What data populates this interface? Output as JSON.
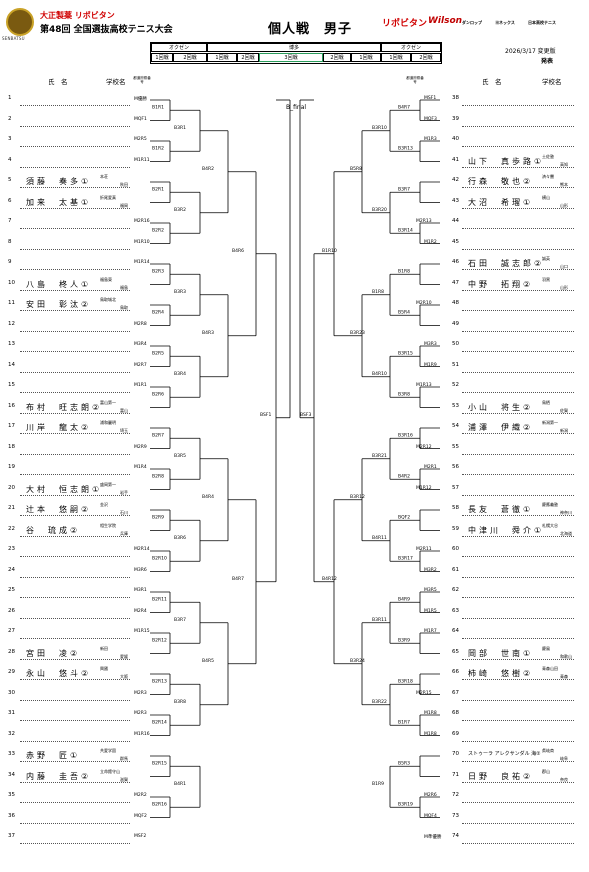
{
  "header": {
    "sponsor": "大正製薬 リポビタン",
    "tournament": "第48回 全国選抜高校テニス大会",
    "title": "個人戦　男子",
    "logo_text": "SENBATSU",
    "sponsors": [
      "リポビタン",
      "Wilson",
      "ダンロップ",
      "ヨネックス",
      "日本高校テニス"
    ],
    "date": "2026/3/17 変更版",
    "release": "発表"
  },
  "schedule": {
    "left_group": "オクゼン",
    "center_group": "博多",
    "right_group": "オクゼン",
    "cells": [
      "1回戦",
      "2回戦",
      "1回戦",
      "2回戦",
      "3回戦",
      "2回戦",
      "1回戦",
      "1回戦",
      "2回戦"
    ]
  },
  "columns": {
    "name": "氏　名",
    "school": "学校名",
    "seed": "都道府県番号"
  },
  "final_label": "B_final",
  "left_players": [
    {
      "n": "1",
      "name": "",
      "school": "",
      "pref": "",
      "code": "M優勝"
    },
    {
      "n": "2",
      "name": "",
      "school": "",
      "pref": "",
      "code": "MQF1"
    },
    {
      "n": "3",
      "name": "",
      "school": "",
      "pref": "",
      "code": "M2R5"
    },
    {
      "n": "4",
      "name": "",
      "school": "",
      "pref": "",
      "code": "M1R11"
    },
    {
      "n": "5",
      "name": "須藤　奏多①",
      "school": "本荘",
      "pref": "秋田",
      "code": ""
    },
    {
      "n": "6",
      "name": "加来　太基①",
      "school": "折尾愛真",
      "pref": "福岡",
      "code": ""
    },
    {
      "n": "7",
      "name": "",
      "school": "",
      "pref": "",
      "code": "M2R16"
    },
    {
      "n": "8",
      "name": "",
      "school": "",
      "pref": "",
      "code": "M1R10"
    },
    {
      "n": "9",
      "name": "",
      "school": "",
      "pref": "",
      "code": "M1R14"
    },
    {
      "n": "10",
      "name": "八島　柊人①",
      "school": "福島東",
      "pref": "福島",
      "code": ""
    },
    {
      "n": "11",
      "name": "安田　彰汰②",
      "school": "鳥取城北",
      "pref": "鳥取",
      "code": ""
    },
    {
      "n": "12",
      "name": "",
      "school": "",
      "pref": "",
      "code": "M2R8"
    },
    {
      "n": "13",
      "name": "",
      "school": "",
      "pref": "",
      "code": "M3R4"
    },
    {
      "n": "14",
      "name": "",
      "school": "",
      "pref": "",
      "code": "M2R7"
    },
    {
      "n": "15",
      "name": "",
      "school": "",
      "pref": "",
      "code": "M1R1"
    },
    {
      "n": "16",
      "name": "布村　旺志朗②",
      "school": "富山第一",
      "pref": "富山",
      "code": ""
    },
    {
      "n": "17",
      "name": "川岸　龍太②",
      "school": "浦和麗明",
      "pref": "埼玉",
      "code": ""
    },
    {
      "n": "18",
      "name": "",
      "school": "",
      "pref": "",
      "code": "M2R9"
    },
    {
      "n": "19",
      "name": "",
      "school": "",
      "pref": "",
      "code": "M1R4"
    },
    {
      "n": "20",
      "name": "大村　恒志朗①",
      "school": "盛岡第一",
      "pref": "岩手",
      "code": ""
    },
    {
      "n": "21",
      "name": "辻本　悠嗣②",
      "school": "金沢",
      "pref": "石川",
      "code": ""
    },
    {
      "n": "22",
      "name": "谷　琉成②",
      "school": "相生学院",
      "pref": "兵庫",
      "code": ""
    },
    {
      "n": "23",
      "name": "",
      "school": "",
      "pref": "",
      "code": "M2R14"
    },
    {
      "n": "24",
      "name": "",
      "school": "",
      "pref": "",
      "code": "M3R6"
    },
    {
      "n": "25",
      "name": "",
      "school": "",
      "pref": "",
      "code": "M3R1"
    },
    {
      "n": "26",
      "name": "",
      "school": "",
      "pref": "",
      "code": "M2R4"
    },
    {
      "n": "27",
      "name": "",
      "school": "",
      "pref": "",
      "code": "M1R15"
    },
    {
      "n": "28",
      "name": "宮田　凌②",
      "school": "新田",
      "pref": "愛媛",
      "code": ""
    },
    {
      "n": "29",
      "name": "永山　悠斗②",
      "school": "興國",
      "pref": "大阪",
      "code": ""
    },
    {
      "n": "30",
      "name": "",
      "school": "",
      "pref": "",
      "code": "M2R3"
    },
    {
      "n": "31",
      "name": "",
      "school": "",
      "pref": "",
      "code": "M2R3"
    },
    {
      "n": "32",
      "name": "",
      "school": "",
      "pref": "",
      "code": "M1R16"
    },
    {
      "n": "33",
      "name": "赤野　匠①",
      "school": "共愛学園",
      "pref": "群馬",
      "code": ""
    },
    {
      "n": "34",
      "name": "内藤　圭吾②",
      "school": "立命館守山",
      "pref": "滋賀",
      "code": ""
    },
    {
      "n": "35",
      "name": "",
      "school": "",
      "pref": "",
      "code": "M2R2"
    },
    {
      "n": "36",
      "name": "",
      "school": "",
      "pref": "",
      "code": "MQF2"
    },
    {
      "n": "37",
      "name": "",
      "school": "",
      "pref": "",
      "code": "MSF2"
    }
  ],
  "right_players": [
    {
      "n": "38",
      "name": "",
      "school": "",
      "pref": "",
      "code": "MSF1"
    },
    {
      "n": "39",
      "name": "",
      "school": "",
      "pref": "",
      "code": "MQF3"
    },
    {
      "n": "40",
      "name": "",
      "school": "",
      "pref": "",
      "code": "M1R3"
    },
    {
      "n": "41",
      "name": "山下　真歩路①",
      "school": "土佐塾",
      "pref": "高知",
      "code": ""
    },
    {
      "n": "42",
      "name": "行森　敬也②",
      "school": "済々黌",
      "pref": "熊本",
      "code": ""
    },
    {
      "n": "43",
      "name": "大沼　希瑠①",
      "school": "横山",
      "pref": "山形",
      "code": ""
    },
    {
      "n": "44",
      "name": "",
      "school": "",
      "pref": "",
      "code": "M2R13"
    },
    {
      "n": "45",
      "name": "",
      "school": "",
      "pref": "",
      "code": "M1R2"
    },
    {
      "n": "46",
      "name": "石田　誠志郎②",
      "school": "誠英",
      "pref": "山口",
      "code": ""
    },
    {
      "n": "47",
      "name": "中野　拓翔②",
      "school": "羽黒",
      "pref": "山形",
      "code": ""
    },
    {
      "n": "48",
      "name": "",
      "school": "",
      "pref": "",
      "code": "M2R10"
    },
    {
      "n": "49",
      "name": "",
      "school": "",
      "pref": "",
      "code": ""
    },
    {
      "n": "50",
      "name": "",
      "school": "",
      "pref": "",
      "code": "M3R3"
    },
    {
      "n": "51",
      "name": "",
      "school": "",
      "pref": "",
      "code": "M1R9"
    },
    {
      "n": "52",
      "name": "",
      "school": "",
      "pref": "",
      "code": "M1R13"
    },
    {
      "n": "53",
      "name": "小山　将生②",
      "school": "鳥栖",
      "pref": "佐賀",
      "code": ""
    },
    {
      "n": "54",
      "name": "浦澤　伊織②",
      "school": "新潟第一",
      "pref": "新潟",
      "code": ""
    },
    {
      "n": "55",
      "name": "",
      "school": "",
      "pref": "",
      "code": "M2R12"
    },
    {
      "n": "56",
      "name": "",
      "school": "",
      "pref": "",
      "code": "M2R1"
    },
    {
      "n": "57",
      "name": "",
      "school": "",
      "pref": "",
      "code": "M1R12"
    },
    {
      "n": "58",
      "name": "長友　蒼徹①",
      "school": "慶應義塾",
      "pref": "神奈川",
      "code": ""
    },
    {
      "n": "59",
      "name": "中津川　舜介①",
      "school": "札幌大谷",
      "pref": "北海道",
      "code": ""
    },
    {
      "n": "60",
      "name": "",
      "school": "",
      "pref": "",
      "code": "M2R11"
    },
    {
      "n": "61",
      "name": "",
      "school": "",
      "pref": "",
      "code": "M3R2"
    },
    {
      "n": "62",
      "name": "",
      "school": "",
      "pref": "",
      "code": "M3R5"
    },
    {
      "n": "63",
      "name": "",
      "school": "",
      "pref": "",
      "code": "M1R5"
    },
    {
      "n": "64",
      "name": "",
      "school": "",
      "pref": "",
      "code": "M1R7"
    },
    {
      "n": "65",
      "name": "岡部　世南①",
      "school": "慶風",
      "pref": "和歌山",
      "code": ""
    },
    {
      "n": "66",
      "name": "柿崎　悠樹②",
      "school": "青森山田",
      "pref": "青森",
      "code": ""
    },
    {
      "n": "67",
      "name": "",
      "school": "",
      "pref": "",
      "code": "M2R15"
    },
    {
      "n": "68",
      "name": "",
      "school": "",
      "pref": "",
      "code": "M1R8"
    },
    {
      "n": "69",
      "name": "",
      "school": "",
      "pref": "",
      "code": "M1R8"
    },
    {
      "n": "70",
      "name": "ストゥーラ アレクサンダル 海②",
      "school": "県岐商",
      "pref": "岐阜",
      "code": ""
    },
    {
      "n": "71",
      "name": "日野　良祐②",
      "school": "郡山",
      "pref": "奈良",
      "code": ""
    },
    {
      "n": "72",
      "name": "",
      "school": "",
      "pref": "",
      "code": "M2R6"
    },
    {
      "n": "73",
      "name": "",
      "school": "",
      "pref": "",
      "code": "MQF4"
    },
    {
      "n": "74",
      "name": "",
      "school": "",
      "pref": "",
      "code": "M準優勝"
    }
  ],
  "bracket_labels_left": [
    "B1R1",
    "B1R2",
    "B2R1",
    "B2R2",
    "B2R3",
    "B2R4",
    "B2R5",
    "B2R6",
    "B2R7",
    "B2R8",
    "B2R9",
    "B2R10",
    "B2R11",
    "B2R12",
    "B2R13",
    "B2R14",
    "B2R15",
    "B2R16",
    "B3R1",
    "B3R2",
    "B3R3",
    "B3R4",
    "B3R5",
    "B3R6",
    "B3R7",
    "B3R8",
    "B4R1",
    "B4R2",
    "B4R3",
    "B4R4",
    "B4R5",
    "B4R6",
    "B4R7",
    "B4R8",
    "BSF1",
    "BQF1",
    "BQF2"
  ],
  "bracket_labels_right": [
    "B4R7",
    "B3R13",
    "B3R7",
    "B3R14",
    "B1R8",
    "B5R4",
    "B3R15",
    "B3R8",
    "B3R16",
    "B4R2",
    "BQF2",
    "B3R17",
    "B4R9",
    "B3R9",
    "B3R18",
    "B1R7",
    "B5R3",
    "B3R19",
    "B3R10",
    "B3R20",
    "B1R8",
    "B4R10",
    "B3R21",
    "B4R11",
    "B3R11",
    "B3R22",
    "B1R9",
    "B5R8",
    "B3R23",
    "B3R12",
    "B3R24",
    "B1R10",
    "B4R12",
    "BSF3"
  ]
}
